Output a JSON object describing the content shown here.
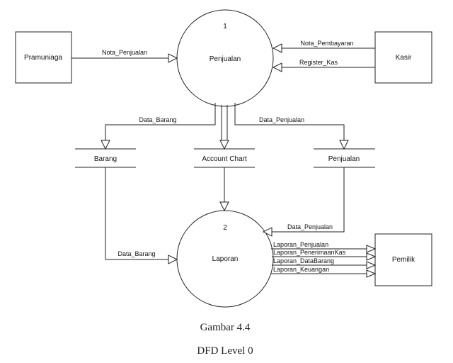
{
  "entities": {
    "pramuniaga": "Pramuniaga",
    "kasir": "Kasir",
    "pemilik": "Pemilik"
  },
  "processes": {
    "penjualan": {
      "number": "1",
      "name": "Penjualan"
    },
    "laporan": {
      "number": "2",
      "name": "Laporan"
    }
  },
  "stores": {
    "barang": "Barang",
    "account_chart": "Account Chart",
    "penjualan": "Penjualan"
  },
  "flows": {
    "nota_penjualan": "Nota_Penjualan",
    "nota_pembayaran": "Nota_Pembayaran",
    "register_kas": "Register_Kas",
    "data_barang_1": "Data_Barang",
    "data_penjualan_1": "Data_Penjualan",
    "data_penjualan_2": "Data_Penjualan",
    "data_barang_2": "Data_Barang",
    "laporan_penjualan": "Laporan_Penjualan",
    "laporan_penerimaan_kas": "Laporan_PenerimaanKas",
    "laporan_data_barang": "Laporan_DataBarang",
    "laporan_keuangan": "Laporan_Keuangan"
  },
  "caption": {
    "line1": "Gambar 4.4",
    "line2": "DFD Level 0"
  }
}
